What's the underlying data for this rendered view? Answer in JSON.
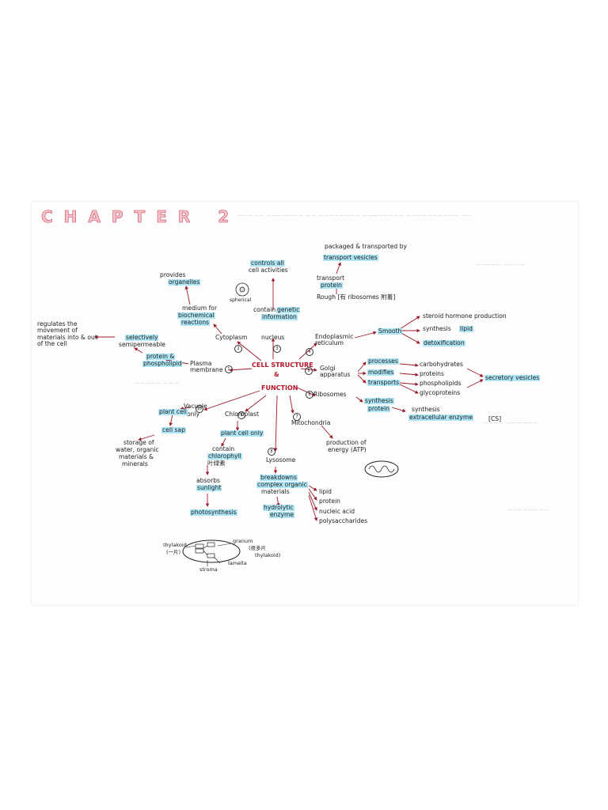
{
  "title": "CHAPTER 2",
  "center": {
    "main": "CELL STRUCTURE",
    "sub": "FUNCTION",
    "connector": "&"
  },
  "nodes": {
    "plasma_membrane": "Plasma membrane",
    "cytoplasm": "Cytoplasm",
    "nucleus": "nucleus",
    "er": "Endoplasmic reticulum",
    "golgi": "Golgi apparatus",
    "ribosomes": "Ribosomes",
    "mitochondria": "Mitochondria",
    "lysosome": "Lysosome",
    "chloroplast": "Chloroplast",
    "vacuole": "Vacuole",
    "vacuole_only": "only"
  },
  "numbers": {
    "pm": "1",
    "cyto": "2",
    "nuc": "3",
    "er": "4",
    "golgi": "5",
    "ribo": "6",
    "mito": "7",
    "lyso": "8",
    "chloro": "9",
    "vac": "10"
  },
  "plasma": {
    "regulates": "regulates the movement of materials into & out of the cell",
    "selectively": "selectively",
    "semipermeable": "semipermeable",
    "protein": "protein &",
    "phospholipid": "phospholipid"
  },
  "cytoplasm": {
    "provides": "provides",
    "organelles": "organelles",
    "medium": "medium for",
    "biochemical": "biochemical",
    "reactions": "reactions"
  },
  "nucleus": {
    "controls": "controls all",
    "cell_activities": "cell activities",
    "spherical": "spherical",
    "contain": "contain",
    "genetic": "genetic",
    "information": "information"
  },
  "er": {
    "packaged": "packaged & transported by",
    "transport_vesicles": "transport vesicles",
    "transport": "transport",
    "protein": "protein",
    "rough": "Rough [有 ribosomes 附着]",
    "smooth": "Smooth",
    "steroid": "steroid hormone production",
    "synthesis": "synthesis",
    "lipid": "lipid",
    "detox": "detoxification"
  },
  "golgi": {
    "processes": "processes",
    "modifies": "modifies",
    "transports": "transports",
    "carbohydrates": "carbohydrates",
    "proteins": "proteins",
    "phospholipids": "phospholipids",
    "glycoproteins": "glycoproteins",
    "secretory": "secretory vesicles"
  },
  "ribosomes": {
    "synthesis": "synthesis",
    "protein": "protein",
    "synthesis2": "synthesis",
    "extracellular": "extracellular enzyme",
    "cs": "[CS]"
  },
  "mito": {
    "production": "production of",
    "energy": "energy (ATP)"
  },
  "lysosome": {
    "breakdowns": "breakdowns",
    "complex": "complex organic",
    "materials": "materials",
    "hydrolytic": "hydrolytic",
    "enzyme": "enzyme",
    "lipid": "lipid",
    "protein": "protein",
    "nucleic": "nucleic acid",
    "poly": "polysaccharides"
  },
  "chloroplast": {
    "plant_cell_only": "plant cell only",
    "contain": "contain",
    "chlorophyll": "chlorophyll",
    "chlorophyll_cn": "叶绿素",
    "absorbs": "absorbs",
    "sunlight": "sunlight",
    "photosynthesis": "photosynthesis",
    "thylakoid": "thylakoid",
    "thylakoid_cn": "(一片)",
    "granum": "granum",
    "granum_cn": "(很多片",
    "granum_cn2": "thylakoid)",
    "lamella": "lamella",
    "stroma": "stroma"
  },
  "vacuole": {
    "plant_cell": "plant cell",
    "cell_sap": "cell sap",
    "storage": "storage of",
    "water": "water, organic",
    "materials": "materials &",
    "minerals": "minerals"
  },
  "colors": {
    "accent": "#b5152a",
    "highlight": "#aee6f6",
    "title_fill": "#f7c3cb"
  }
}
